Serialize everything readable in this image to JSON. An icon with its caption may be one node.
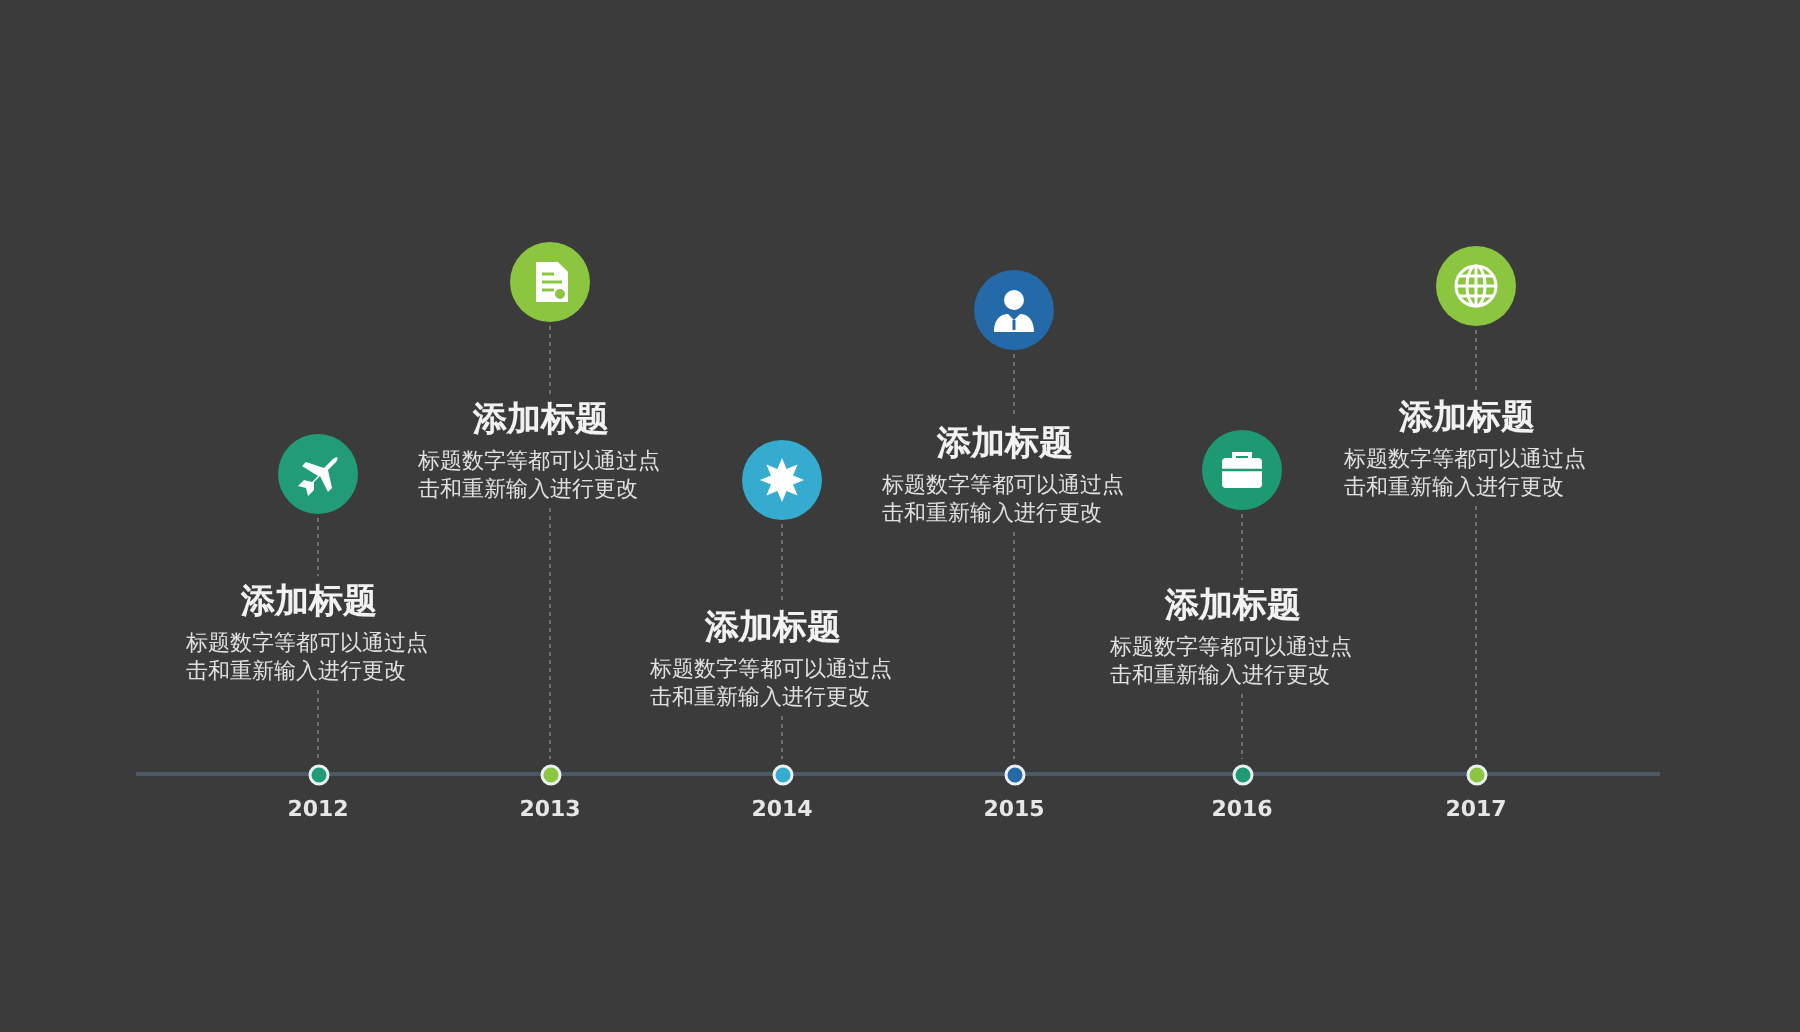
{
  "diagram": {
    "nodes": [
      {
        "text": [],
        "shape": "circle"
      },
      {
        "text": [
          "添加标题",
          "标题数字等都可以通过点击和重新输入进行更改"
        ]
      },
      {
        "text": [],
        "shape": "circle",
        "beside": [
          "2012"
        ]
      },
      {
        "text": [],
        "shape": "circle"
      },
      {
        "text": [
          "添加标题",
          "标题数字等都可以通过点击和重新输入进行更改"
        ]
      },
      {
        "text": [],
        "shape": "circle",
        "beside": [
          "2013"
        ]
      },
      {
        "text": [],
        "shape": "circle"
      },
      {
        "text": [
          "添加标题",
          "标题数字等都可以通过点击和重新输入进行更改"
        ]
      },
      {
        "text": [],
        "shape": "circle",
        "beside": [
          "2014"
        ]
      },
      {
        "text": [],
        "shape": "circle"
      },
      {
        "text": [
          "添加标题",
          "标题数字等都可以通过点击和重新输入进行更改"
        ]
      },
      {
        "text": [],
        "shape": "circle",
        "beside": [
          "2015"
        ]
      },
      {
        "text": [],
        "shape": "circle"
      },
      {
        "text": [
          "添加标题",
          "标题数字等都可以通过点击和重新输入进行更改"
        ]
      },
      {
        "text": [],
        "shape": "circle",
        "beside": [
          "2016"
        ]
      },
      {
        "text": [],
        "shape": "circle"
      },
      {
        "text": [
          "添加标题",
          "标题数字等都可以通过点击和重新输入进行更改"
        ]
      },
      {
        "text": [],
        "shape": "circle",
        "beside": [
          "2017"
        ]
      }
    ],
    "edges": [
      {
        "from": 0,
        "to": 1,
        "arrow": "none",
        "style": "dashed"
      },
      {
        "from": 1,
        "to": 2,
        "arrow": "none",
        "style": "dashed"
      },
      {
        "from": 3,
        "to": 4,
        "arrow": "none",
        "style": "dashed"
      },
      {
        "from": 4,
        "to": 5,
        "arrow": "none",
        "style": "dashed"
      },
      {
        "from": 6,
        "to": 7,
        "arrow": "none",
        "style": "dashed"
      },
      {
        "from": 7,
        "to": 8,
        "arrow": "none",
        "style": "dashed"
      },
      {
        "from": 9,
        "to": 10,
        "arrow": "none",
        "style": "dashed"
      },
      {
        "from": 10,
        "to": 11,
        "arrow": "none",
        "style": "dashed"
      },
      {
        "from": 12,
        "to": 13,
        "arrow": "none",
        "style": "dashed"
      },
      {
        "from": 13,
        "to": 14,
        "arrow": "none",
        "style": "dashed"
      },
      {
        "from": 15,
        "to": 16,
        "arrow": "none",
        "style": "dashed"
      },
      {
        "from": 16,
        "to": 17,
        "arrow": "none",
        "style": "dashed"
      }
    ]
  }
}
